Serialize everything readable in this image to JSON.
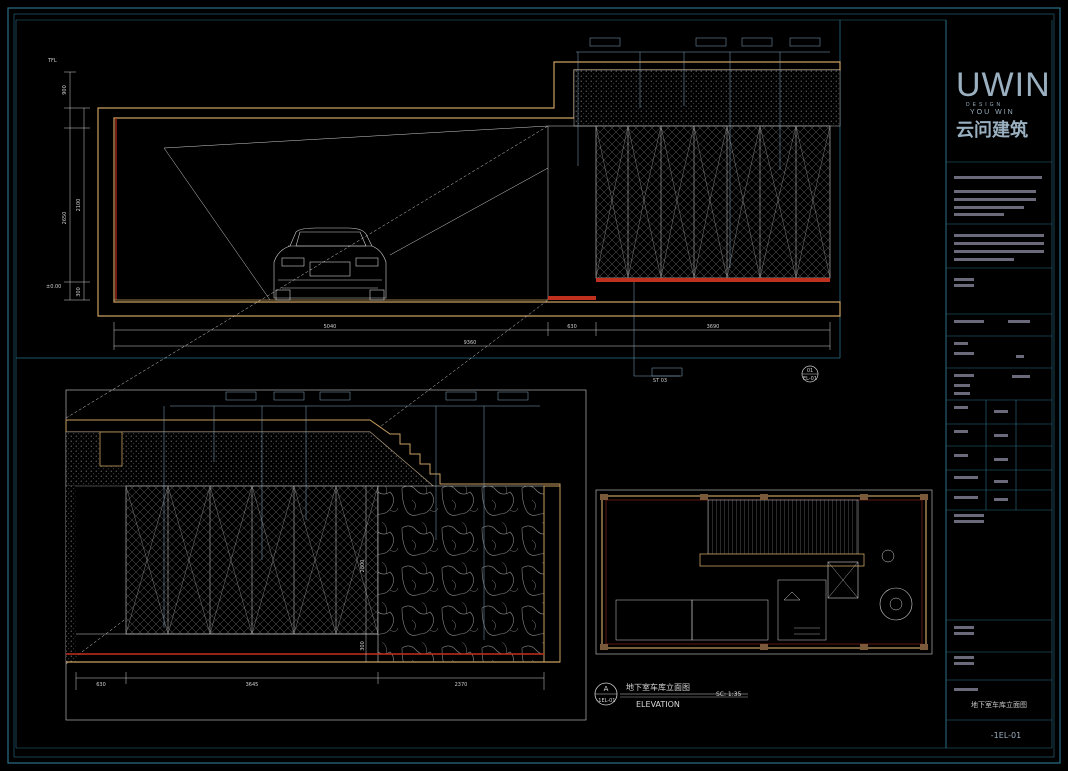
{
  "colors": {
    "background": "#000000",
    "frame": "#2a6f88",
    "wall": "#c9a060",
    "outline": "#d0d0d0",
    "accent_red": "#c0301e",
    "leader": "#7fa6c2"
  },
  "title_block": {
    "logo_text": "UWIN",
    "logo_sub1": "DESIGN",
    "logo_sub2": "YOU WIN",
    "logo_cn": "云问建筑",
    "sheet_name": "地下室车库立面图",
    "sheet_number": "-1EL-01"
  },
  "upper_elevation": {
    "dimensions_bottom": [
      "5040",
      "630",
      "3690"
    ],
    "dimension_total": "9360",
    "dimensions_left": [
      "900",
      "2650",
      "2100",
      "300"
    ],
    "level_marks": [
      "±0.00",
      "TFL"
    ],
    "callout_section": {
      "top": "01",
      "bottom": "EL-01"
    },
    "tag_bottom": {
      "code": "ST",
      "num": "03"
    }
  },
  "lower_elevation": {
    "dimensions_bottom": [
      "630",
      "3645",
      "2370"
    ],
    "dimension_right": [
      "2800",
      "300"
    ]
  },
  "plan": {
    "scale": "SC: 1:35"
  },
  "elevation_title": {
    "mark_top": "A",
    "mark_bottom": "-1EL-01",
    "title_cn": "地下室车库立面图",
    "title_en": "ELEVATION",
    "scale": "SC: 1:35"
  }
}
